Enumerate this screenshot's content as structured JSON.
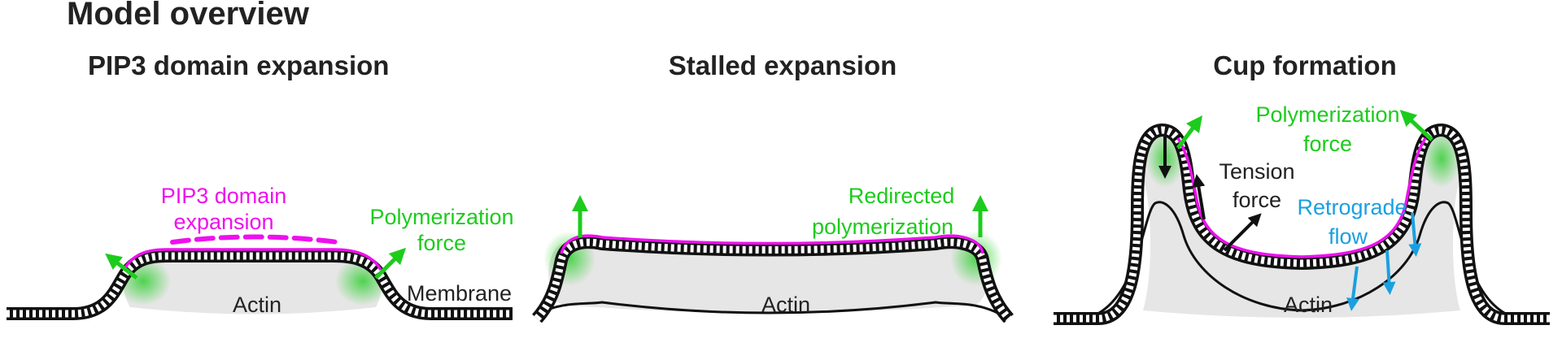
{
  "figure_title": "Model overview",
  "colors": {
    "membrane": "#111111",
    "pip3": "#ee10ee",
    "polymerization": "#1ccc1c",
    "retrograde": "#1aa0e0",
    "actin_fill": "#e6e6e6",
    "text": "#222222"
  },
  "panels": [
    {
      "title": "PIP3 domain expansion",
      "labels": {
        "pip3_line1": "PIP3  domain",
        "pip3_line2": "expansion",
        "poly_line1": "Polymerization",
        "poly_line2": "force",
        "actin": "Actin",
        "membrane": "Membrane"
      }
    },
    {
      "title": "Stalled expansion",
      "labels": {
        "redir_line1": "Redirected",
        "redir_line2": "polymerization",
        "actin": "Actin"
      }
    },
    {
      "title": "Cup  formation",
      "labels": {
        "poly_line1": "Polymerization",
        "poly_line2": "force",
        "tension_line1": "Tension",
        "tension_line2": "force",
        "retro_line1": "Retrograde",
        "retro_line2": "flow",
        "actin": "Actin"
      }
    }
  ]
}
